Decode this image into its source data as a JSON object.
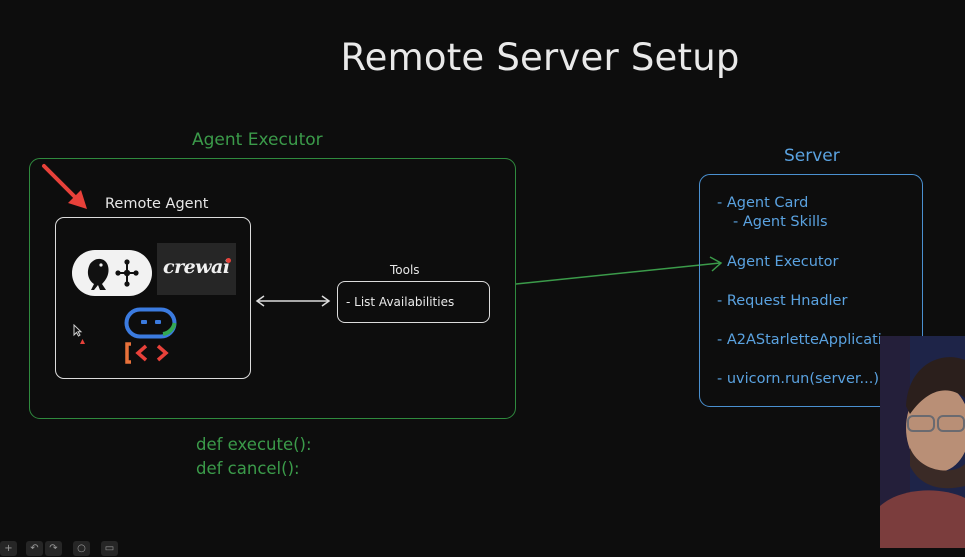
{
  "slide": {
    "title": "Remote Server Setup"
  },
  "agent_executor": {
    "label": "Agent Executor",
    "remote_agent_label": "Remote Agent",
    "logos": [
      "parrot-langgraph-logo",
      "crewai-logo",
      "google-adk-logo",
      "code-brackets-logo"
    ],
    "crewai_text": "crewai",
    "tools": {
      "label": "Tools",
      "item": "- List Availabilities"
    },
    "methods": {
      "execute": "def execute():",
      "cancel": "def cancel():"
    }
  },
  "server": {
    "label": "Server",
    "items": [
      "- Agent Card",
      "- Agent Skills",
      "Agent Executor",
      "- Request Hnadler",
      "- A2AStarletteApplicati",
      "- uvicorn.run(server...)"
    ]
  },
  "colors": {
    "background": "#0d0d0d",
    "green": "#3b9b4a",
    "blue": "#5aa2e0",
    "red_arrow": "#e8413a"
  },
  "toolbar": {
    "icons": [
      "plus-icon",
      "undo-icon",
      "redo-icon",
      "comment-icon",
      "chat-icon"
    ]
  }
}
